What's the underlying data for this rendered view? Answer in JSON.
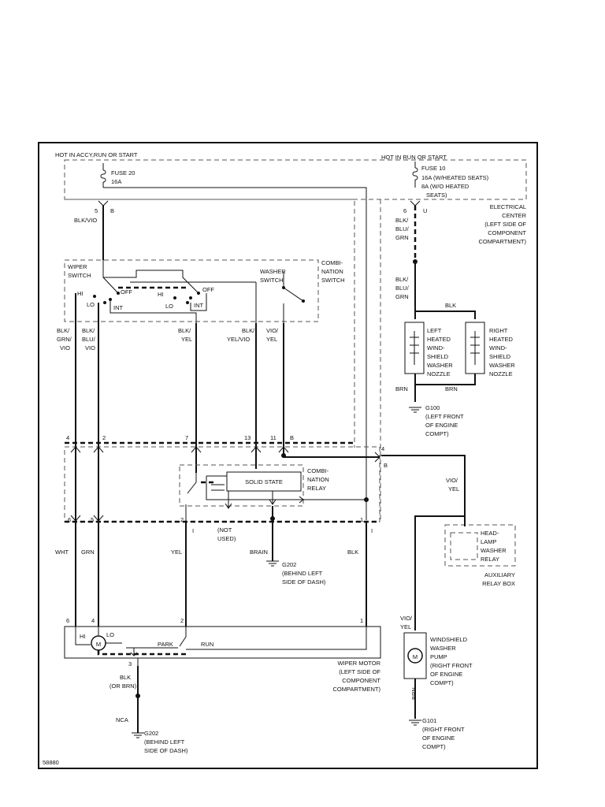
{
  "hot_accy": "HOT IN ACCY,RUN OR START",
  "hot_run": "HOT IN RUN OR START",
  "fuse20_name": "FUSE 20",
  "fuse20_rating": "16A",
  "fuse10_name": "FUSE 10",
  "fuse10_rating_1": "16A (W/HEATED SEATS)",
  "fuse10_rating_2": "8A (W/O HEATED",
  "fuse10_rating_3": "SEATS)",
  "pin_5": "5",
  "conn_b": "B",
  "wire_blk_vio": "BLK/VIO",
  "pin_6": "6",
  "conn_u": "U",
  "wire_blk": "BLK/",
  "wire_blu": "BLU/",
  "wire_grn": "GRN",
  "electrical_center": [
    "ELECTRICAL",
    "CENTER",
    "(LEFT SIDE OF",
    "COMPONENT",
    "COMPARTMENT)"
  ],
  "wiper_switch": [
    "WIPER",
    "SWITCH"
  ],
  "combination_switch": [
    "COMBI-",
    "NATION",
    "SWITCH"
  ],
  "washer_switch": [
    "WASHER",
    "SWITCH"
  ],
  "sw_hi": "HI",
  "sw_lo": "LO",
  "sw_off": "OFF",
  "sw_int": "INT",
  "wire_blk_grn_vio": [
    "BLK/",
    "GRN/",
    "VIO"
  ],
  "wire_blk_blu_vio": [
    "BLK/",
    "BLU/",
    "VIO"
  ],
  "wire_blk_yel": [
    "BLK/",
    "YEL"
  ],
  "wire_blk_yel_vio": [
    "BLK/",
    "YEL/VIO"
  ],
  "wire_vio_yel": [
    "VIO/",
    "YEL"
  ],
  "wire_blk_only": "BLK",
  "left_nozzle": [
    "LEFT",
    "HEATED",
    "WIND-",
    "SHIELD",
    "WASHER",
    "NOZZLE"
  ],
  "right_nozzle": [
    "RIGHT",
    "HEATED",
    "WIND-",
    "SHIELD",
    "WASHER",
    "NOZZLE"
  ],
  "wire_brn": "BRN",
  "g100": [
    "G100",
    "(LEFT FRONT",
    "OF ENGINE",
    "COMPT)"
  ],
  "pin_4": "4",
  "pin_2": "2",
  "pin_7": "7",
  "pin_13": "13",
  "pin_11": "11",
  "pin_1": "1",
  "pin_3": "3",
  "conn_i": "I",
  "solid_state": "SOLID STATE",
  "combination_relay": [
    "COMBI-",
    "NATION",
    "RELAY"
  ],
  "not_used": [
    "(NOT",
    "USED)"
  ],
  "wire_wht": "WHT",
  "wire_grn_plain": "GRN",
  "wire_yel": "YEL",
  "wire_brain": "BRAIN",
  "wire_blk_lower": "BLK",
  "g202_dash": [
    "G202",
    "(BEHIND LEFT",
    "SIDE OF DASH)"
  ],
  "headlamp_relay": [
    "HEAD-",
    "LAMP",
    "WASHER",
    "RELAY"
  ],
  "auxiliary_relay_box": [
    "AUXILIARY",
    "RELAY BOX"
  ],
  "motor_hi": "HI",
  "motor_lo": "LO",
  "motor_m": "M",
  "park": "PARK",
  "run": "RUN",
  "wiper_motor": [
    "WIPER MOTOR",
    "(LEFT SIDE OF",
    "COMPONENT",
    "COMPARTMENT)"
  ],
  "washer_pump": [
    "WINDSHIELD",
    "WASHER",
    "PUMP",
    "(RIGHT FRONT",
    "OF ENGINE",
    "COMPT)"
  ],
  "wire_blk_or_brn": [
    "BLK",
    "(OR BRN)"
  ],
  "nca": "NCA",
  "g202_bottom": [
    "G202",
    "(BEHIND LEFT",
    "SIDE OF DASH)"
  ],
  "g101": [
    "G101",
    "(RIGHT FRONT",
    "OF ENGINE",
    "COMPT)"
  ],
  "diagram_id": "58880"
}
